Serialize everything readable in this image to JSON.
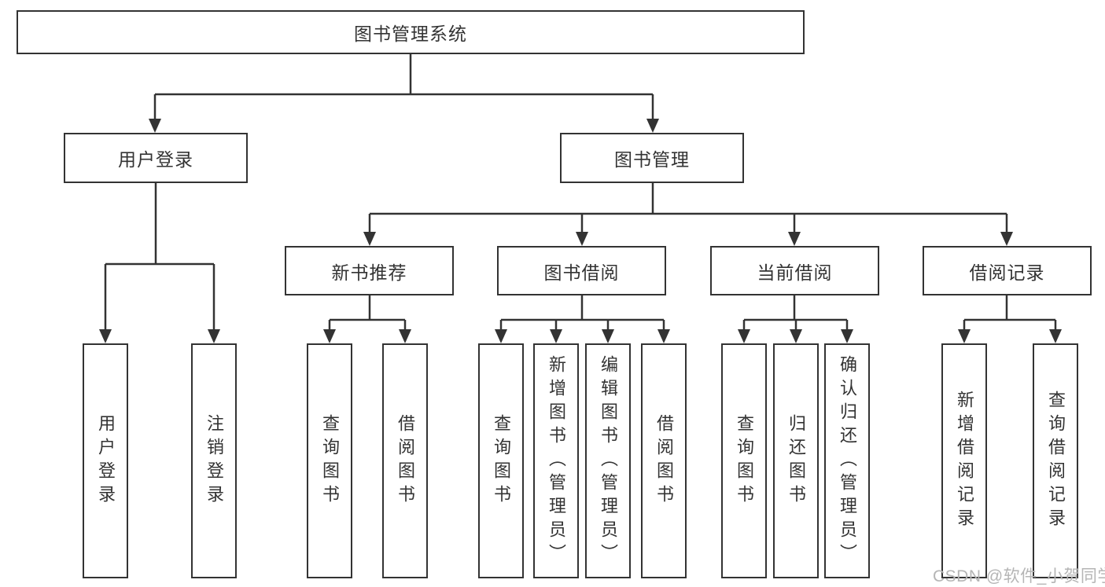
{
  "diagram": {
    "root": {
      "label": "图书管理系统"
    },
    "level2": [
      {
        "label": "用户登录"
      },
      {
        "label": "图书管理"
      }
    ],
    "level3": [
      {
        "label": "新书推荐"
      },
      {
        "label": "图书借阅"
      },
      {
        "label": "当前借阅"
      },
      {
        "label": "借阅记录"
      }
    ],
    "leaves": [
      {
        "label": "用户登录"
      },
      {
        "label": "注销登录"
      },
      {
        "label": "查询图书"
      },
      {
        "label": "借阅图书"
      },
      {
        "label": "查询图书"
      },
      {
        "label": "新增图书（管理员）"
      },
      {
        "label": "编辑图书（管理员）"
      },
      {
        "label": "借阅图书"
      },
      {
        "label": "查询图书"
      },
      {
        "label": "归还图书"
      },
      {
        "label": "确认归还（管理员）"
      },
      {
        "label": "新增借阅记录"
      },
      {
        "label": "查询借阅记录"
      }
    ],
    "line_color": "#333333"
  },
  "watermark": {
    "text": "CSDN @软件_小贺同学"
  }
}
